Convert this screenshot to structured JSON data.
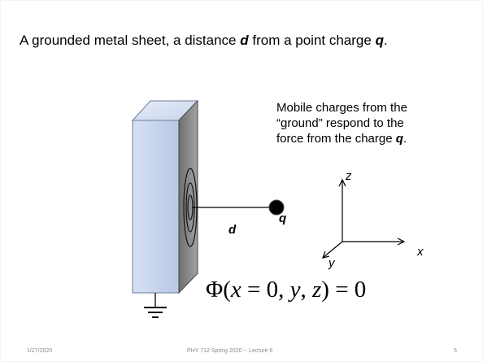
{
  "slide": {
    "headline_pre": "A grounded metal sheet, a distance ",
    "headline_d": "d",
    "headline_mid": " from a point charge ",
    "headline_q": "q",
    "headline_end": ".",
    "note_line1": "Mobile charges from the",
    "note_line2": "“ground” respond to the",
    "note_line3_pre": "force from the charge ",
    "note_line3_q": "q",
    "note_line3_end": ".",
    "distance_label": "d",
    "charge_label": "q",
    "axes": {
      "z": "z",
      "x": "x",
      "y": "y"
    },
    "equation": {
      "phi": "Φ",
      "open": "(",
      "x": "x",
      "eq0": " = 0, ",
      "y": "y",
      "comma": ", ",
      "z": "z",
      "close": ") = 0"
    }
  },
  "footer": {
    "date": "1/27/2020",
    "title": "PHY 712  Spring 2020 -- Lecture 6",
    "page": "5"
  },
  "colors": {
    "sheet_face": "#c9d6ee",
    "sheet_side": "#8e8e8e",
    "charge": "#000000"
  }
}
